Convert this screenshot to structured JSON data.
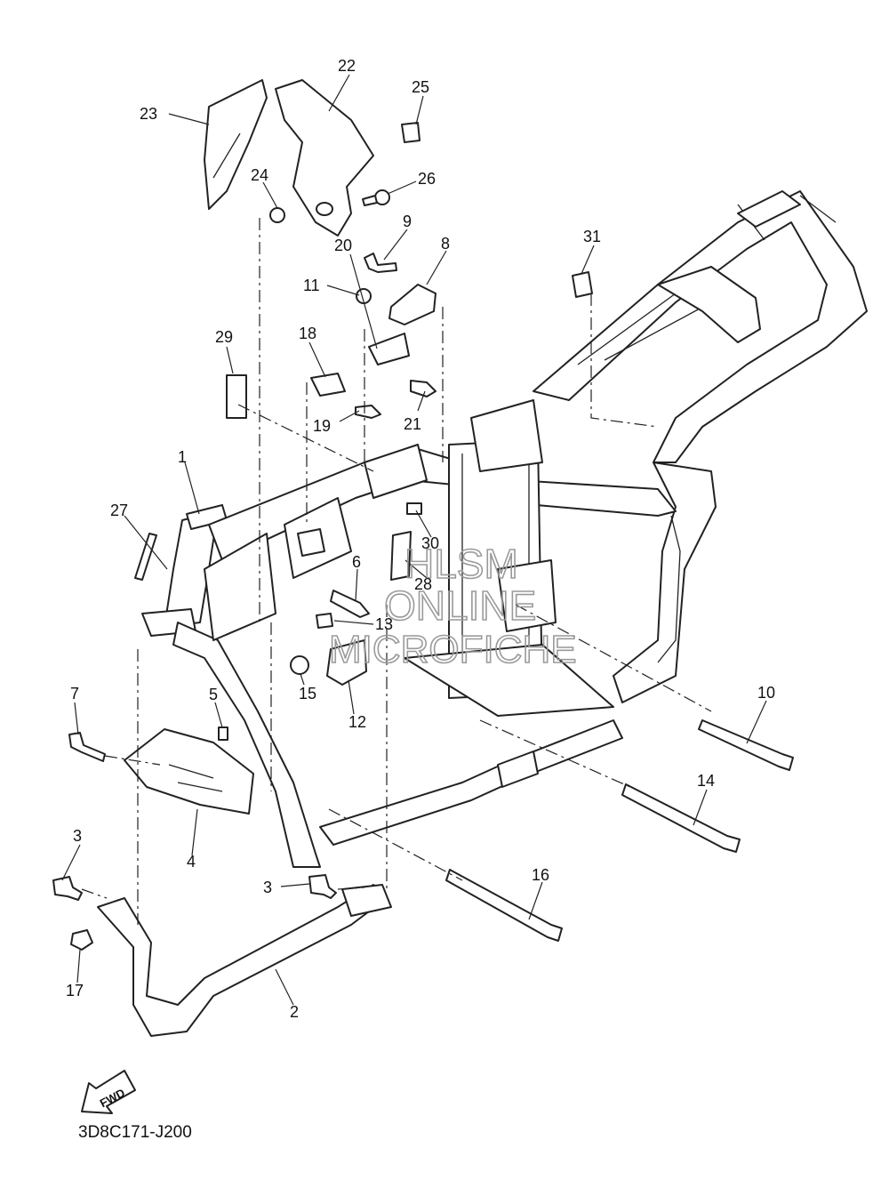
{
  "diagram": {
    "drawing_code": "3D8C171-J200",
    "direction_label": "FWD",
    "watermark": {
      "line1": "HLSM",
      "line2": "ONLINE",
      "line3": "MICROFICHE"
    },
    "callouts": {
      "c1": "1",
      "c2": "2",
      "c3a": "3",
      "c3b": "3",
      "c4": "4",
      "c5": "5",
      "c6": "6",
      "c7": "7",
      "c8": "8",
      "c9": "9",
      "c10": "10",
      "c11": "11",
      "c12": "12",
      "c13": "13",
      "c14": "14",
      "c15": "15",
      "c16": "16",
      "c17": "17",
      "c18": "18",
      "c19": "19",
      "c20": "20",
      "c21": "21",
      "c22": "22",
      "c23": "23",
      "c24": "24",
      "c25": "25",
      "c26": "26",
      "c27": "27",
      "c28": "28",
      "c29": "29",
      "c30": "30",
      "c31": "31"
    }
  }
}
